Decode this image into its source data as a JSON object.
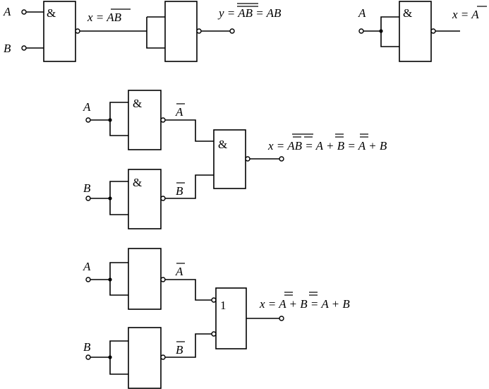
{
  "circuit1": {
    "input_a": "A",
    "input_b": "B",
    "gate1_symbol": "&",
    "mid_expr_lhs": "x = ",
    "mid_expr_rhs": "AB",
    "out_expr_lhs": "y = ",
    "out_expr_mid": "AB",
    "out_expr_rhs": " = AB"
  },
  "circuit2": {
    "input_a": "A",
    "gate_symbol": "&",
    "out_expr_lhs": "x = ",
    "out_expr_rhs": "A"
  },
  "circuit3": {
    "input_a": "A",
    "input_b": "B",
    "gate_a_symbol": "&",
    "gate_b_symbol": "&",
    "gate_out_symbol": "&",
    "wire_a_label": "A",
    "wire_b_label": "B",
    "expr": {
      "lhs": "x = ",
      "t1": "A",
      "t2": "B",
      "eq1": " = ",
      "t3": "A",
      "plus1": " + ",
      "t4": "B",
      "rest": " = A + B"
    }
  },
  "circuit4": {
    "input_a": "A",
    "input_b": "B",
    "gate_out_symbol": "1",
    "wire_a_label": "A",
    "wire_b_label": "B",
    "expr": {
      "lhs": "x = ",
      "t1": "A",
      "plus": " + ",
      "t2": "B",
      "rest": " = A + B"
    }
  }
}
